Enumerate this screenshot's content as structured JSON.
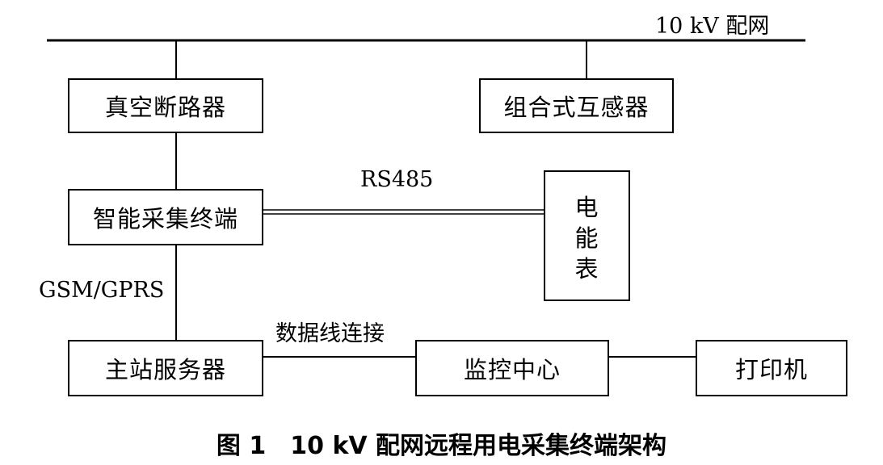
{
  "grid": {
    "label": "10 kV 配网"
  },
  "boxes": {
    "vacuum_breaker": "真空断路器",
    "combined_transformer": "组合式互感器",
    "smart_terminal": "智能采集终端",
    "meter": [
      "电",
      "能",
      "表"
    ],
    "master_server": "主站服务器",
    "monitor_center": "监控中心",
    "printer": "打印机"
  },
  "links": {
    "rs485": "RS485",
    "gsm_gprs": "GSM/GPRS",
    "data_line": "数据线连接"
  },
  "caption": {
    "number": "图 1",
    "title": "10 kV 配网远程用电采集终端架构"
  }
}
